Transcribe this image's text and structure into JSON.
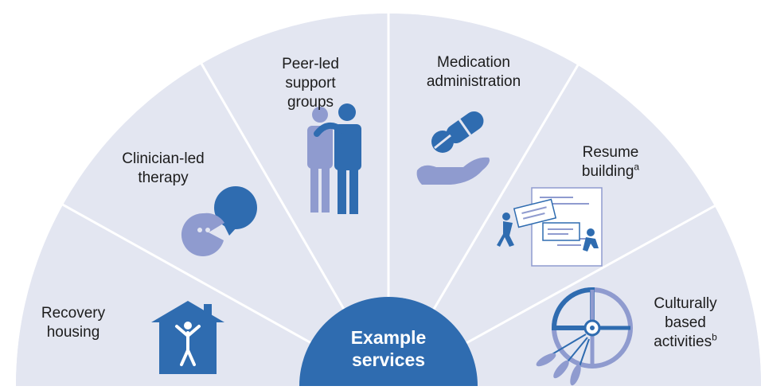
{
  "center": {
    "line1": "Example",
    "line2": "services"
  },
  "segments": [
    {
      "id": "recovery-housing",
      "lines": [
        "Recovery",
        "housing"
      ],
      "icon": "house-person-icon"
    },
    {
      "id": "clinician-led-therapy",
      "lines": [
        "Clinician-led",
        "therapy"
      ],
      "icon": "speech-bubble-icon"
    },
    {
      "id": "peer-led-support-groups",
      "lines": [
        "Peer-led",
        "support",
        "groups"
      ],
      "icon": "peer-support-icon"
    },
    {
      "id": "medication-administration",
      "lines": [
        "Medication",
        "administration"
      ],
      "icon": "pill-hand-icon"
    },
    {
      "id": "resume-building",
      "lines": [
        "Resume",
        "building"
      ],
      "sup": "a",
      "icon": "resume-icon"
    },
    {
      "id": "culturally-based-activities",
      "lines": [
        "Culturally",
        "based",
        "activities"
      ],
      "sup": "b",
      "icon": "medicine-wheel-icon"
    }
  ],
  "colors": {
    "fan": "#e3e6f1",
    "divider": "#ffffff",
    "center": "#2f6cb0",
    "icon_dark": "#2f6cb0",
    "icon_light": "#8f9bcf"
  }
}
